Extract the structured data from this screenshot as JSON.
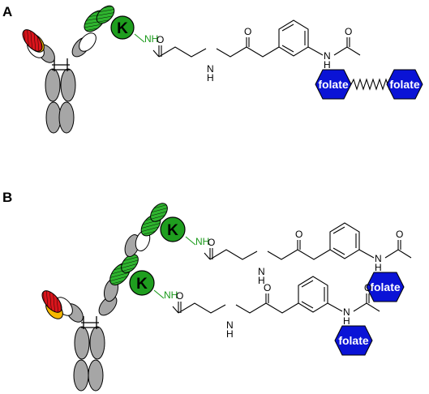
{
  "panels": [
    {
      "label": "A"
    },
    {
      "label": "B"
    }
  ],
  "labels": {
    "lysine": "K",
    "folate": "folate",
    "nh": "NH",
    "o": "O",
    "n_h": "N",
    "h": "H"
  },
  "colors": {
    "antibody_gray": "#a6a6a6",
    "lysine_green": "#1f9e1f",
    "light_chain_red": "#d9141b",
    "light_chain_yellow": "#f7b800",
    "folate_blue": "#0a13d6",
    "nh_green": "#1a9a1a"
  }
}
